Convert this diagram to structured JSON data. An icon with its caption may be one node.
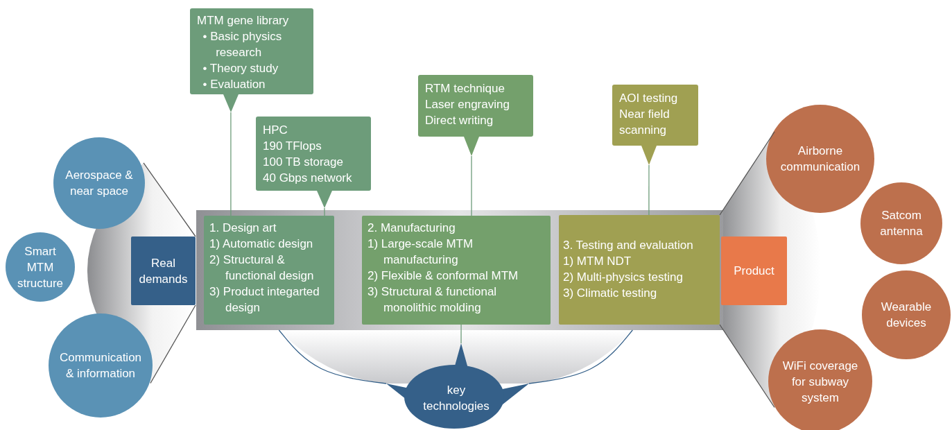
{
  "diagram": {
    "nodes": [
      {
        "text": [
          "Aerospace & near space"
        ]
      },
      {
        "text": [
          "Smart MTM structure"
        ]
      },
      {
        "text": [
          "Communication & information"
        ]
      },
      {
        "text": [
          "Real demands"
        ]
      },
      {
        "text": [],
        "shape": "box"
      },
      {
        "text": [
          "1. Design art",
          "1) Automatic design",
          "2) Structural & functional design",
          "3) Product integarted design"
        ],
        "in": 4
      },
      {
        "text": [
          "2. Manufacturing",
          "1) Large-scale MTM manufacturing",
          "2) Flexible & conformal MTM",
          "3) Structural & functional monolithic molding"
        ],
        "in": 4
      },
      {
        "text": [
          "3. Testing and evaluation",
          "1) MTM NDT",
          "2) Multi-physics testing",
          "3) Climatic testing"
        ],
        "in": 4
      },
      {
        "text": [
          "Product"
        ]
      },
      {
        "text": [
          "MTM gene library",
          "• Basic physics research",
          "• Theory study",
          "• Evaluation"
        ]
      },
      {
        "text": [
          "HPC",
          "190 TFlops",
          "100 TB storage",
          "40 Gbps network"
        ]
      },
      {
        "text": [
          "RTM technique",
          "Laser engraving",
          "Direct writing"
        ]
      },
      {
        "text": [
          "AOI testing",
          "Near field scanning"
        ]
      },
      {
        "text": [
          "key technologies"
        ]
      },
      {
        "text": [
          "Airborne communication"
        ]
      },
      {
        "text": [
          "Satcom antenna"
        ]
      },
      {
        "text": [
          "Wearable devices"
        ]
      },
      {
        "text": [
          "WiFi coverage for subway system"
        ]
      }
    ],
    "edges": [
      {
        "from": 9,
        "to": 5,
        "arrow": "none"
      },
      {
        "from": 10,
        "to": 5,
        "arrow": "none"
      },
      {
        "from": 11,
        "to": 6,
        "arrow": "none"
      },
      {
        "from": 12,
        "to": 7,
        "arrow": "none"
      },
      {
        "from": 6,
        "to": 13,
        "arrow": "none"
      },
      {
        "from": 0,
        "to": 3,
        "arrow": "none",
        "color": "#555555"
      },
      {
        "from": 2,
        "to": 3,
        "arrow": "none",
        "color": "#555555"
      },
      {
        "from": 7,
        "to": 14,
        "arrow": "none",
        "color": "#555555"
      },
      {
        "from": 7,
        "to": 17,
        "arrow": "none",
        "color": "#555555"
      },
      {
        "from": 4,
        "to": 13,
        "arrow": "none",
        "color": "#356089"
      },
      {
        "from": 4,
        "to": 13,
        "arrow": "none",
        "color": "#356089"
      }
    ]
  }
}
